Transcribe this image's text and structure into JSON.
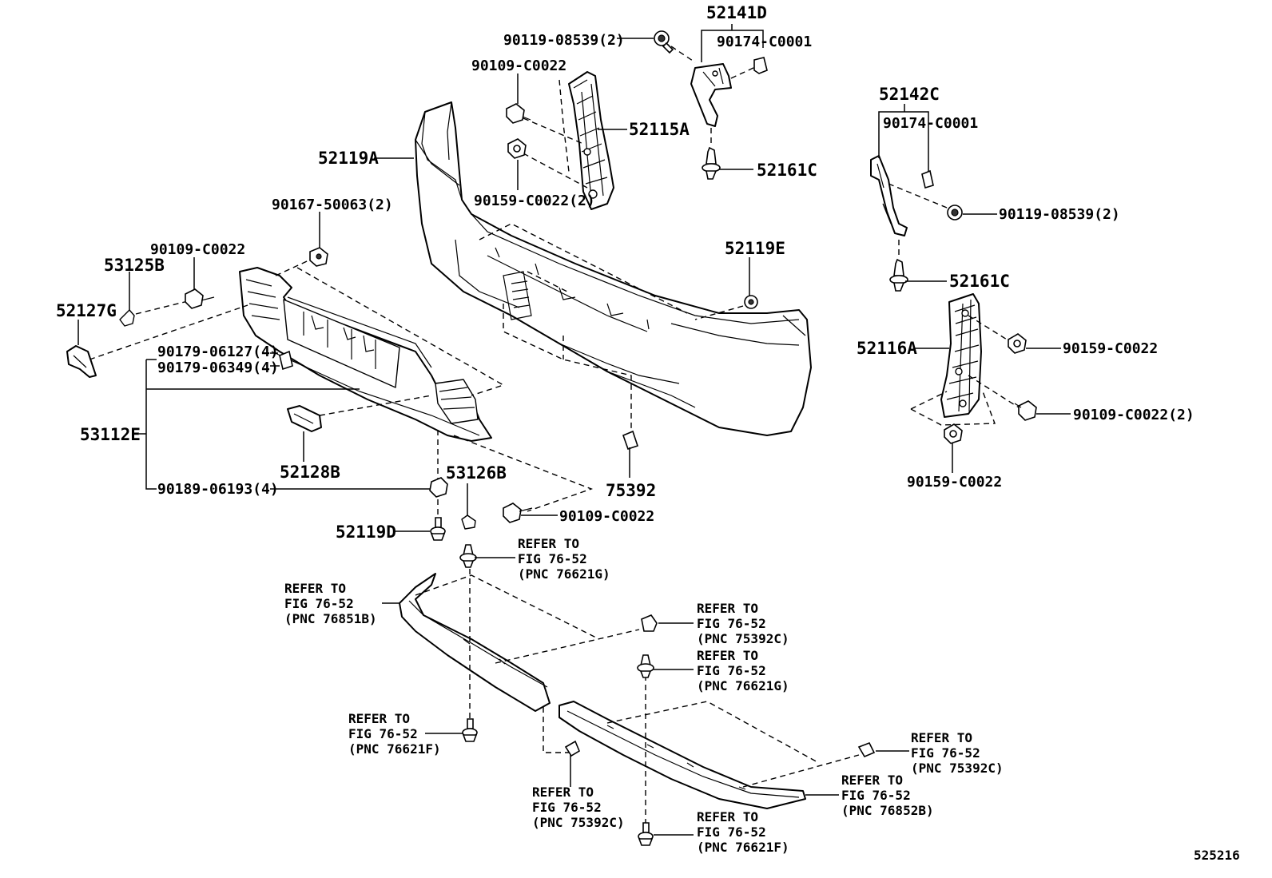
{
  "diagram_id": "525216",
  "parts": {
    "p52141D": "52141D",
    "p90174_top": "90174-C0001",
    "p90119_top": "90119-08539(2)",
    "p90109_top": "90109-C0022",
    "p52115A": "52115A",
    "p52119A": "52119A",
    "p52161C_top": "52161C",
    "p90159_top": "90159-C0022(2)",
    "p52142C": "52142C",
    "p90174_right": "90174-C0001",
    "p90119_right": "90119-08539(2)",
    "p52161C_right": "52161C",
    "p90167": "90167-50063(2)",
    "p90109_left": "90109-C0022",
    "p53125B": "53125B",
    "p52127G": "52127G",
    "p52119E": "52119E",
    "p52116A": "52116A",
    "p90159_r1": "90159-C0022",
    "p90109_r2": "90109-C0022(2)",
    "p90159_r3": "90159-C0022",
    "p90179_a": "90179-06127(4)",
    "p90179_b": "90179-06349(4)",
    "p53112E": "53112E",
    "p52128B": "52128B",
    "p90189": "90189-06193(4)",
    "p53126B": "53126B",
    "p75392": "75392",
    "p90109_mid": "90109-C0022",
    "p52119D": "52119D"
  },
  "refs": {
    "r1": [
      "REFER TO",
      "FIG 76-52",
      "(PNC 76621G)"
    ],
    "r2": [
      "REFER TO",
      "FIG 76-52",
      "(PNC 76851B)"
    ],
    "r3": [
      "REFER TO",
      "FIG 76-52",
      "(PNC 75392C)"
    ],
    "r4": [
      "REFER TO",
      "FIG 76-52",
      "(PNC 76621G)"
    ],
    "r5": [
      "REFER TO",
      "FIG 76-52",
      "(PNC 76621F)"
    ],
    "r6": [
      "REFER TO",
      "FIG 76-52",
      "(PNC 75392C)"
    ],
    "r7": [
      "REFER TO",
      "FIG 76-52",
      "(PNC 76852B)"
    ],
    "r8": [
      "REFER TO",
      "FIG 76-52",
      "(PNC 75392C)"
    ],
    "r9": [
      "REFER TO",
      "FIG 76-52",
      "(PNC 76621F)"
    ]
  }
}
